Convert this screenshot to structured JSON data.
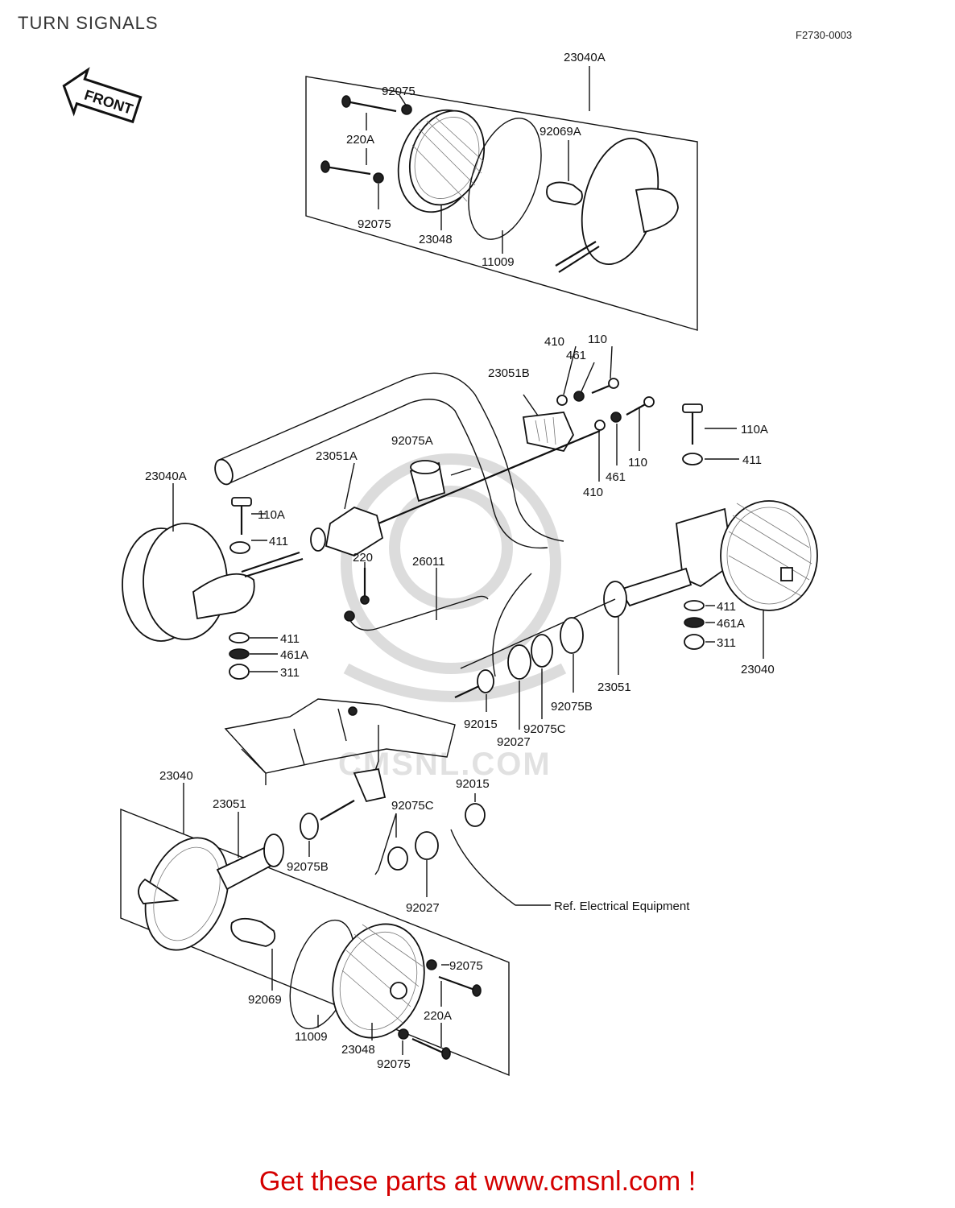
{
  "header": {
    "title": "TURN SIGNALS",
    "diagram_code": "F2730-0003"
  },
  "front_arrow": {
    "label": "FRONT",
    "icon": "front-arrow-icon"
  },
  "watermark": {
    "text": "CMSNL.COM"
  },
  "footer": {
    "text": "Get these parts at www.cmsnl.com !",
    "color": "#d40000"
  },
  "ref_note": "Ref.  Electrical Equipment",
  "callouts": {
    "c23040A_top": "23040A",
    "c92075_top1": "92075",
    "c220A_top": "220A",
    "c92075_top2": "92075",
    "c92069A": "92069A",
    "c23048_top": "23048",
    "c11009_top": "11009",
    "c410_a": "410",
    "c461_a": "461",
    "c110_a": "110",
    "c23051B": "23051B",
    "c110A_right": "110A",
    "c411_right_top": "411",
    "c92075A": "92075A",
    "c23051A": "23051A",
    "c110_b": "110",
    "c461_b": "461",
    "c410_b": "410",
    "c23040A_left": "23040A",
    "c110A_left": "110A",
    "c411_left_top": "411",
    "c220": "220",
    "c26011": "26011",
    "c411_left_bottom": "411",
    "c461A_left": "461A",
    "c311_left": "311",
    "c411_right": "411",
    "c461A_right": "461A",
    "c311_right": "311",
    "c23040_right": "23040",
    "c23051_mid": "23051",
    "c92075B_mid": "92075B",
    "c92015_mid": "92015",
    "c92075C_mid": "92075C",
    "c92027_mid": "92027",
    "c23040_bottom": "23040",
    "c23051_bottom": "23051",
    "c92015_bottom": "92015",
    "c92075C_bottom": "92075C",
    "c92075B_bottom": "92075B",
    "c92027_bottom": "92027",
    "c92075_bottom1": "92075",
    "c220A_bottom": "220A",
    "c92069": "92069",
    "c11009_bottom": "11009",
    "c23048_bottom": "23048",
    "c92075_bottom2": "92075"
  }
}
